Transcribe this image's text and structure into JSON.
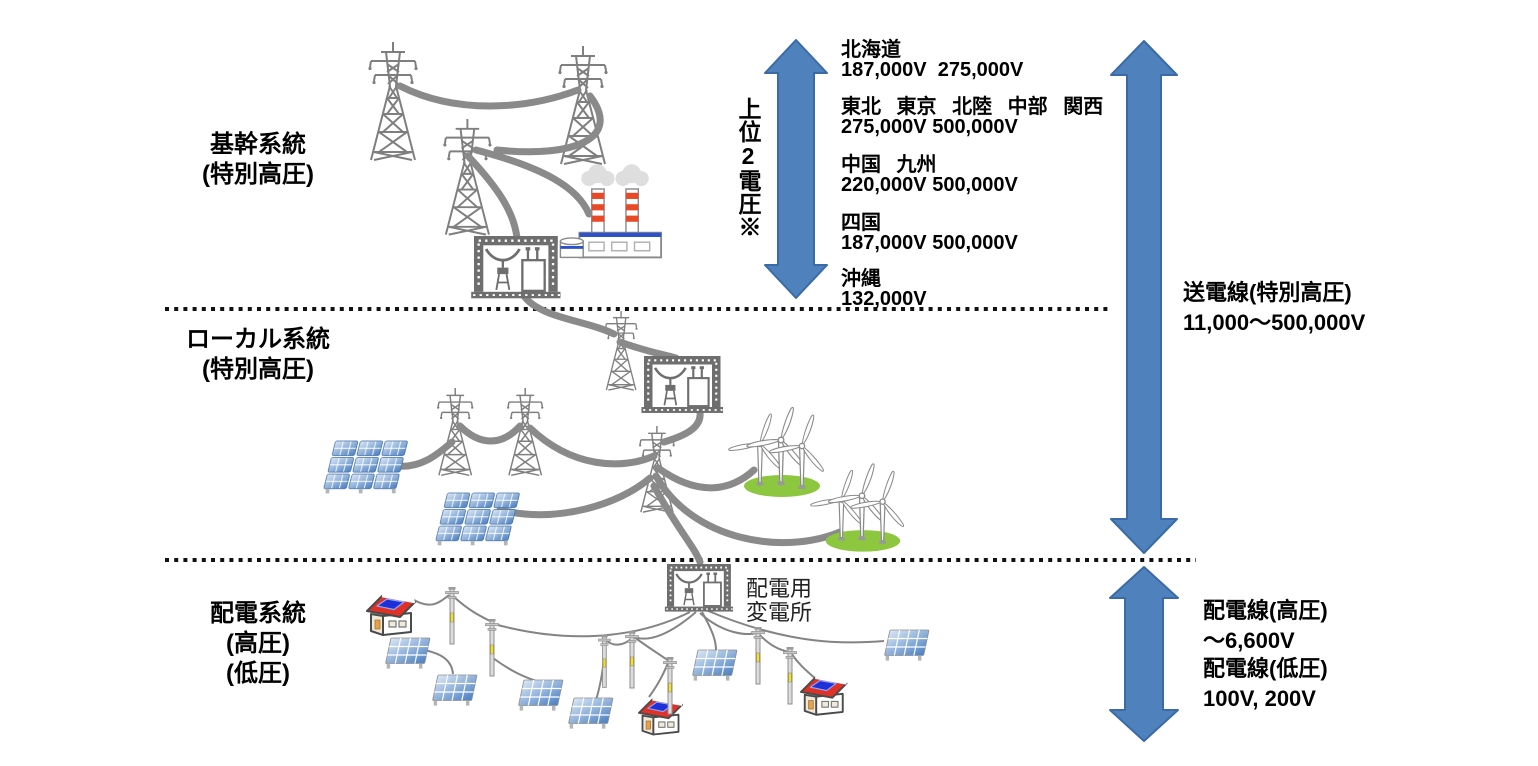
{
  "sections": {
    "trunk": {
      "label": "基幹系統",
      "sublabel": "(特別高圧)"
    },
    "local": {
      "label": "ローカル系統",
      "sublabel": "(特別高圧)"
    },
    "dist": {
      "label": "配電系統",
      "sublabel1": "(高圧)",
      "sublabel2": "(低圧)"
    }
  },
  "upper_axis": {
    "vertical_label": "上位2電圧※",
    "regions": [
      {
        "name": "北海道",
        "voltages": "187,000V  275,000V"
      },
      {
        "name": "東北 東京 北陸 中部 関西",
        "voltages": "275,000V 500,000V"
      },
      {
        "name": "中国 九州",
        "voltages": "220,000V 500,000V"
      },
      {
        "name": "四国",
        "voltages": "187,000V 500,000V"
      },
      {
        "name": "沖縄",
        "voltages": "132,000V"
      }
    ]
  },
  "transmission_axis": {
    "label": "送電線(特別高圧)",
    "range": "11,000〜500,000V"
  },
  "distribution_axis": {
    "high_label": "配電線(高圧)",
    "high_range": "〜6,600V",
    "low_label": "配電線(低圧)",
    "low_range": "100V, 200V"
  },
  "substation_label": {
    "line1": "配電用",
    "line2": "変電所"
  },
  "icons": {
    "transmission_tower": "lattice-pylon",
    "substation": "gantry-transformer",
    "power_plant": "factory-chimneys",
    "solar_array": "pv-panels",
    "wind_farm": "wind-turbines",
    "house": "pv-house",
    "utility_pole": "distribution-pole"
  },
  "colors": {
    "arrow": "#4f81bd",
    "arrow_border": "#3a6ba6",
    "wire": "#8a8a8a",
    "grass": "#8dc63f",
    "roof": "#e03127",
    "chimney_band": "#e84a28",
    "plant_stripe": "#2b52c8"
  }
}
